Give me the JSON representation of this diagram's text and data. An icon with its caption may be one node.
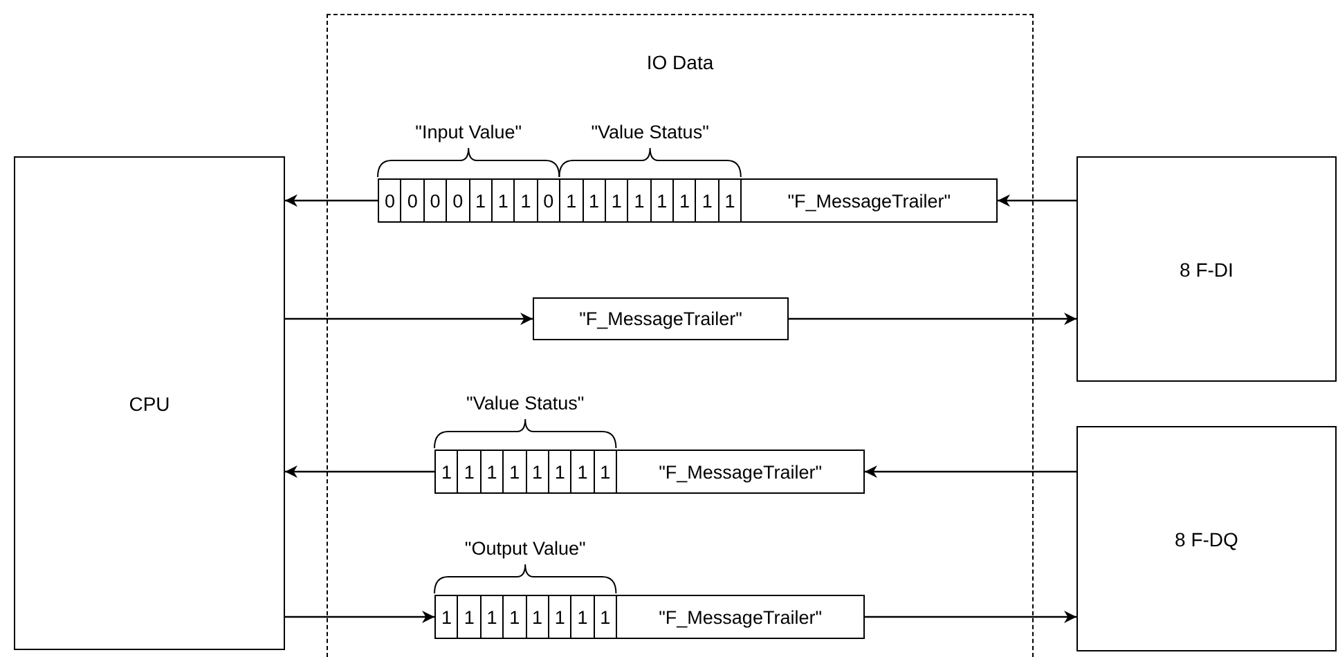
{
  "diagram": {
    "nodes": [
      {
        "text": [
          "IO Data"
        ]
      },
      {
        "text": [
          "CPU"
        ]
      },
      {
        "text": [
          "8 F-DI"
        ]
      },
      {
        "text": [
          "8 F-DQ"
        ]
      },
      {
        "text": [
          "0",
          "0",
          "0",
          "0",
          "1",
          "1",
          "1",
          "0",
          "1",
          "1",
          "1",
          "1",
          "1",
          "1",
          "1",
          "1",
          "\"F_MessageTrailer\""
        ],
        "in": 0,
        "beside": [
          "\"Input Value\"",
          "\"Value Status\""
        ]
      },
      {
        "text": [
          "\"F_MessageTrailer\""
        ],
        "in": 0
      },
      {
        "text": [
          "1",
          "1",
          "1",
          "1",
          "1",
          "1",
          "1",
          "1",
          "\"F_MessageTrailer\""
        ],
        "in": 0,
        "beside": [
          "\"Value Status\""
        ]
      },
      {
        "text": [
          "1",
          "1",
          "1",
          "1",
          "1",
          "1",
          "1",
          "1",
          "\"F_MessageTrailer\""
        ],
        "in": 0,
        "beside": [
          "\"Output Value\""
        ]
      }
    ],
    "edges": [
      {
        "from": 2,
        "to": 4,
        "arrow": "to"
      },
      {
        "from": 4,
        "to": 1,
        "arrow": "to"
      },
      {
        "from": 1,
        "to": 5,
        "arrow": "to"
      },
      {
        "from": 5,
        "to": 2,
        "arrow": "to"
      },
      {
        "from": 3,
        "to": 6,
        "arrow": "to"
      },
      {
        "from": 6,
        "to": 1,
        "arrow": "to"
      },
      {
        "from": 1,
        "to": 7,
        "arrow": "to"
      },
      {
        "from": 7,
        "to": 3,
        "arrow": "to"
      }
    ]
  }
}
